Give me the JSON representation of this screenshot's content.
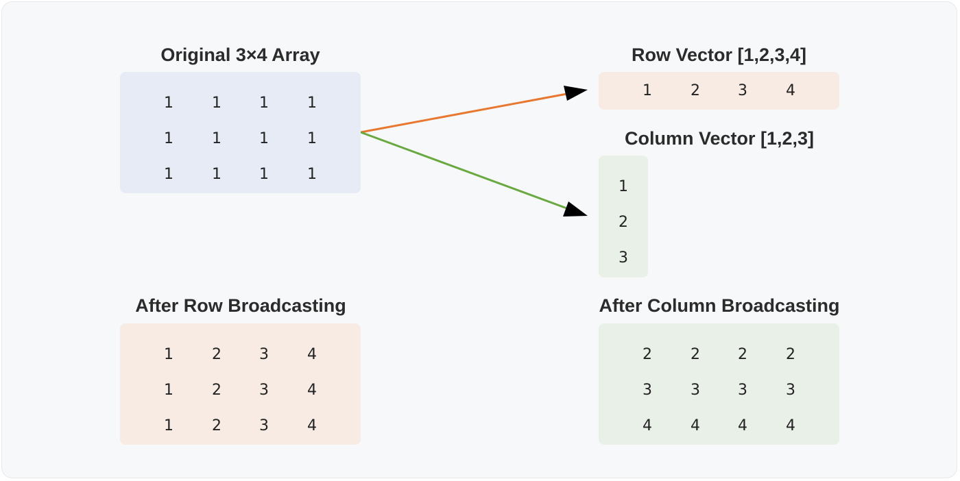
{
  "original": {
    "title": "Original 3×4 Array",
    "rows": [
      [
        "1",
        "1",
        "1",
        "1"
      ],
      [
        "1",
        "1",
        "1",
        "1"
      ],
      [
        "1",
        "1",
        "1",
        "1"
      ]
    ]
  },
  "row_vector": {
    "title": "Row Vector [1,2,3,4]",
    "values": [
      "1",
      "2",
      "3",
      "4"
    ]
  },
  "column_vector": {
    "title": "Column Vector [1,2,3]",
    "values": [
      "1",
      "2",
      "3"
    ]
  },
  "row_broadcast": {
    "title": "After Row Broadcasting",
    "rows": [
      [
        "1",
        "2",
        "3",
        "4"
      ],
      [
        "1",
        "2",
        "3",
        "4"
      ],
      [
        "1",
        "2",
        "3",
        "4"
      ]
    ]
  },
  "column_broadcast": {
    "title": "After Column Broadcasting",
    "rows": [
      [
        "2",
        "2",
        "2",
        "2"
      ],
      [
        "3",
        "3",
        "3",
        "3"
      ],
      [
        "4",
        "4",
        "4",
        "4"
      ]
    ]
  },
  "colors": {
    "row_arrow": "#e8782f",
    "column_arrow": "#6aa842",
    "arrow_head": "#000000"
  }
}
